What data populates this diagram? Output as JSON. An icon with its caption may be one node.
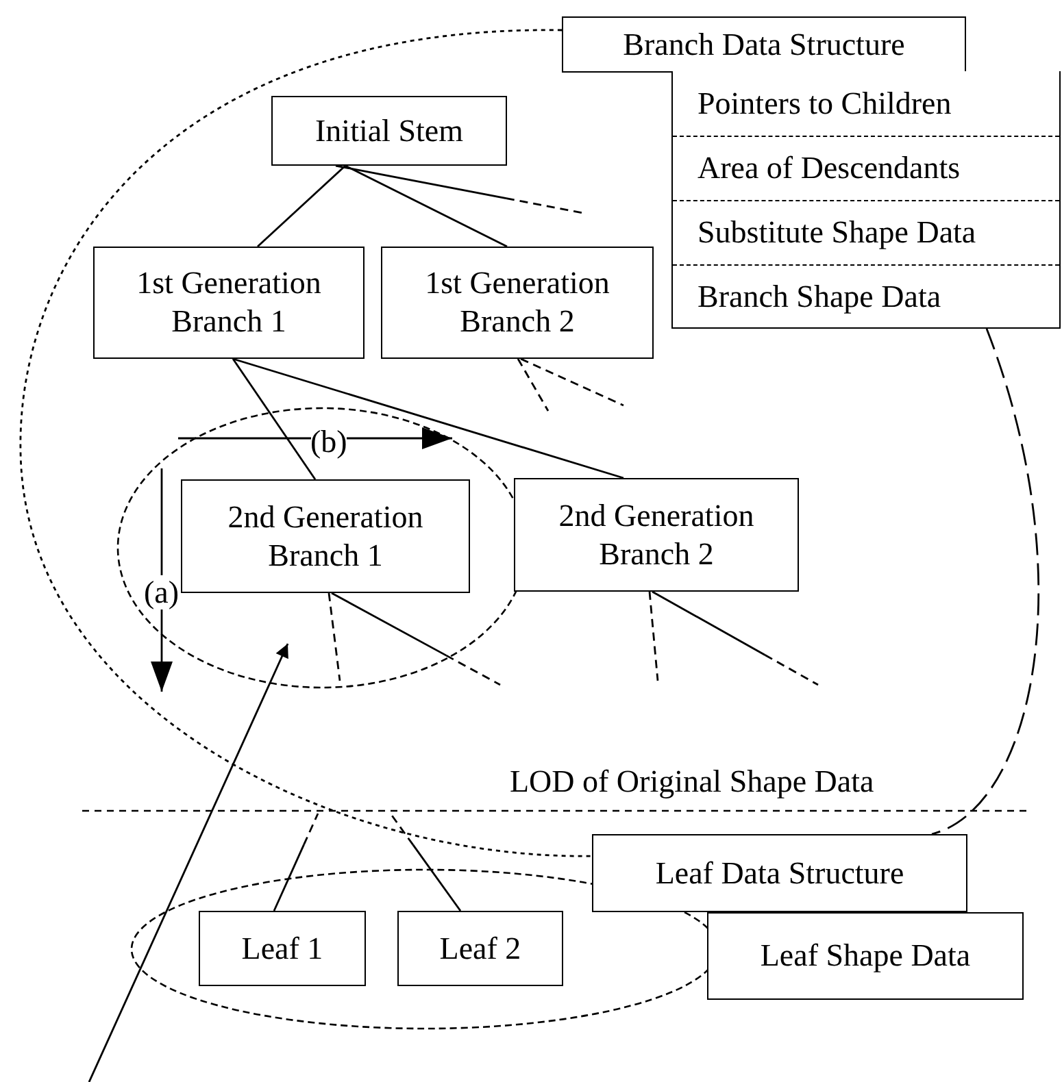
{
  "diagram": {
    "nodes": [
      {
        "text": [
          "Branch Data Structure"
        ]
      },
      {
        "text": [
          "Pointers to Children",
          "Area of Descendants",
          "Substitute Shape Data",
          "Branch Shape Data"
        ]
      },
      {
        "text": [
          "Initial Stem"
        ]
      },
      {
        "text": [
          "1st Generation Branch 1"
        ]
      },
      {
        "text": [
          "1st Generation Branch 2"
        ]
      },
      {
        "text": [],
        "shape": "ellipse"
      },
      {
        "text": [
          "2nd Generation Branch 1"
        ],
        "in": 5
      },
      {
        "text": [
          "2nd Generation Branch 2"
        ]
      },
      {
        "text": [
          "Leaf Data Structure"
        ]
      },
      {
        "text": [
          "Leaf Shape Data"
        ]
      },
      {
        "text": [
          "Leaf 1"
        ]
      },
      {
        "text": [
          "Leaf 2"
        ]
      }
    ],
    "edges": [
      {
        "from": 2,
        "to": 3,
        "arrow": "none"
      },
      {
        "from": 2,
        "to": 4,
        "arrow": "none"
      },
      {
        "from": 2,
        "to": null,
        "arrow": "none"
      },
      {
        "from": 4,
        "to": null,
        "arrow": "none",
        "style": "dashed"
      },
      {
        "from": 4,
        "to": null,
        "arrow": "none",
        "style": "dashed"
      },
      {
        "from": 3,
        "to": 6,
        "arrow": "none"
      },
      {
        "from": 3,
        "to": 7,
        "arrow": "none"
      },
      {
        "from": 6,
        "to": null,
        "arrow": "none",
        "style": "dashed"
      },
      {
        "from": 6,
        "to": null,
        "arrow": "none"
      },
      {
        "from": 7,
        "to": null,
        "arrow": "none",
        "style": "dashed"
      },
      {
        "from": 7,
        "to": null,
        "arrow": "none"
      },
      {
        "from": null,
        "to": 10,
        "arrow": "none"
      },
      {
        "from": null,
        "to": 11,
        "arrow": "none"
      },
      {
        "from": null,
        "to": 5,
        "arrow": "to"
      },
      {
        "from": 0,
        "to": 8,
        "arrow": "none",
        "style": "dashed"
      },
      {
        "from": 1,
        "to": 8,
        "arrow": "none",
        "style": "dashed"
      }
    ],
    "labels": [
      "(b)",
      "(a)",
      "LOD of Original Shape Data"
    ]
  }
}
